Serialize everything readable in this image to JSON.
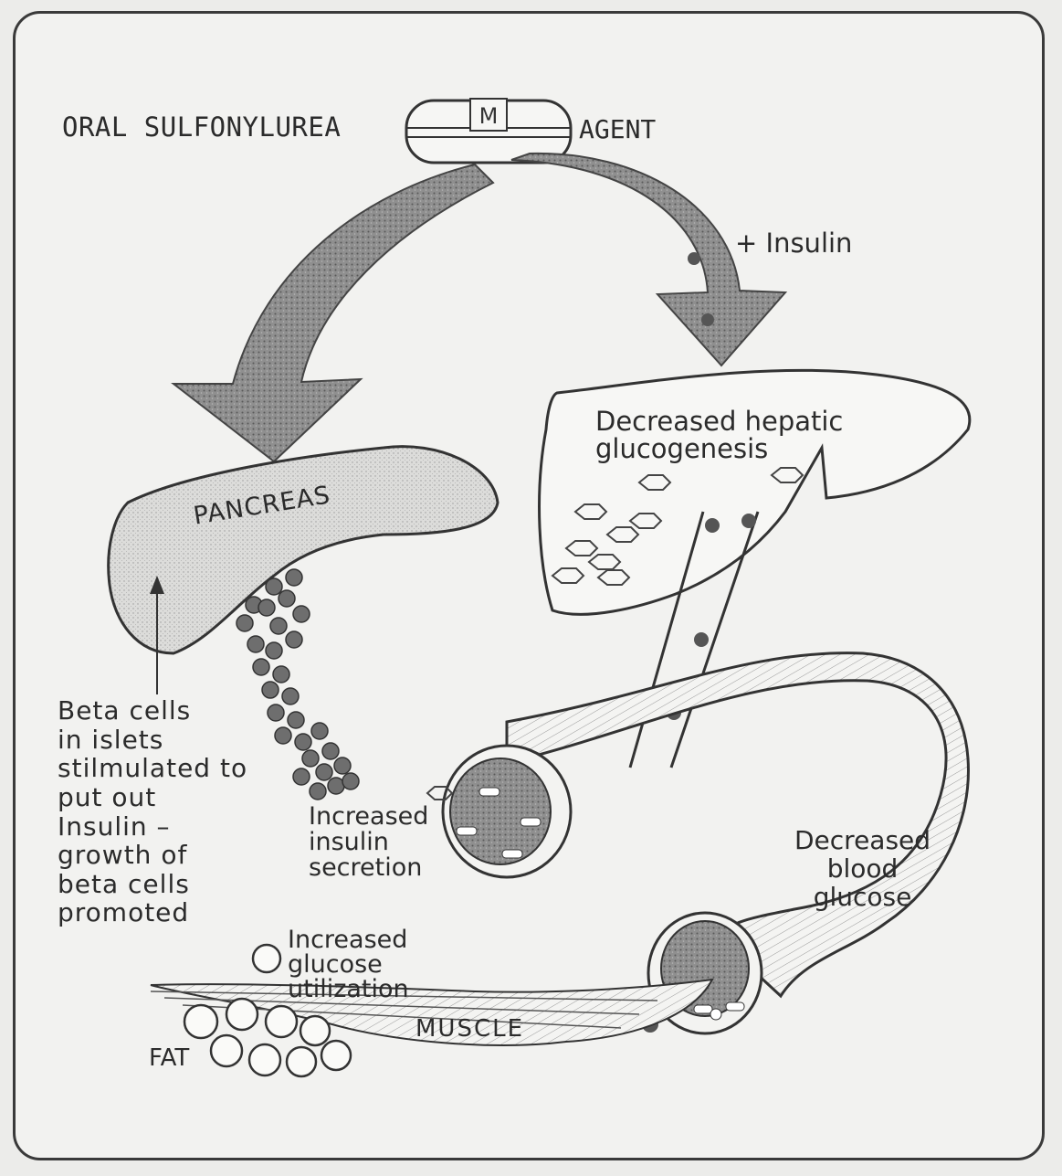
{
  "diagram": {
    "labels": {
      "drug": "ORAL SULFONYLUREA",
      "agent": "AGENT",
      "insulin": "+ Insulin",
      "hepatic": "Decreased hepatic\nglucogenesis",
      "pancreas": "PANCREAS",
      "beta_cells": "Beta cells\nin islets\nstilmulated to\nput out\nInsulin –\ngrowth of\nbeta cells\npromoted",
      "insulin_secretion": "Increased\ninsulin\nsecretion",
      "blood_glucose": "Decreased\nblood\nglucose",
      "glucose_utilization": "Increased\nglucose\nutilization",
      "muscle": "MUSCLE",
      "fat": "FAT"
    },
    "capsule_mark": "M"
  }
}
